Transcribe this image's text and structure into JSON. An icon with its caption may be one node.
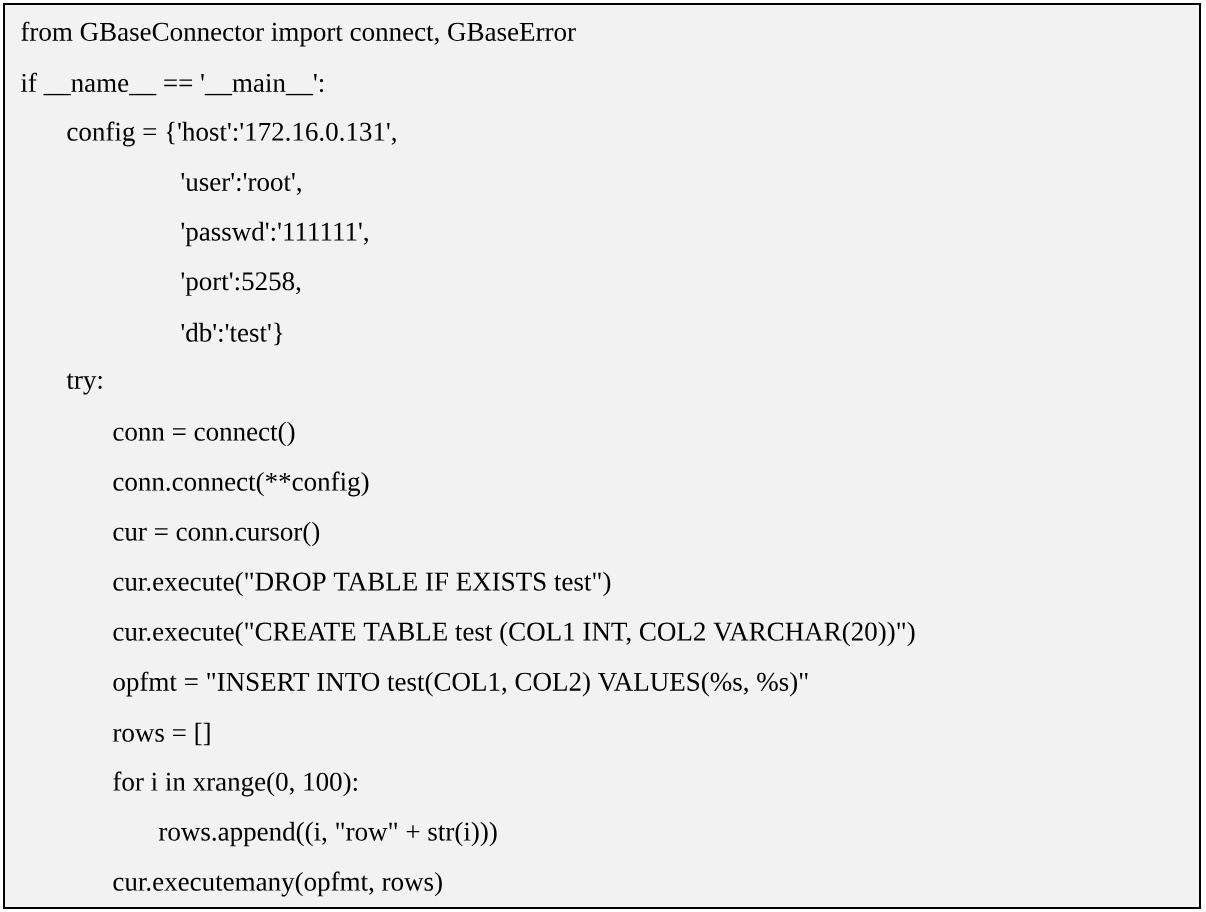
{
  "diagram": {
    "labels": [
      "from GBaseConnector import connect, GBaseError",
      "if __name__ == '__main__':",
      "config = {'host':'172.16.0.131',",
      "'user':'root',",
      "'passwd':'111111',",
      "'port':5258,",
      "'db':'test'}",
      "try:",
      "conn = connect()",
      "conn.connect(**config)",
      "cur = conn.cursor()",
      "cur.execute(\"DROP TABLE IF EXISTS test\")",
      "cur.execute(\"CREATE TABLE test (COL1 INT, COL2 VARCHAR(20))\")",
      "opfmt = \"INSERT INTO test(COL1, COL2) VALUES(%s, %s)\"",
      "rows = []",
      "for i in xrange(0, 100):",
      "rows.append((i, \"row\" + str(i)))",
      "cur.executemany(opfmt, rows)"
    ]
  }
}
